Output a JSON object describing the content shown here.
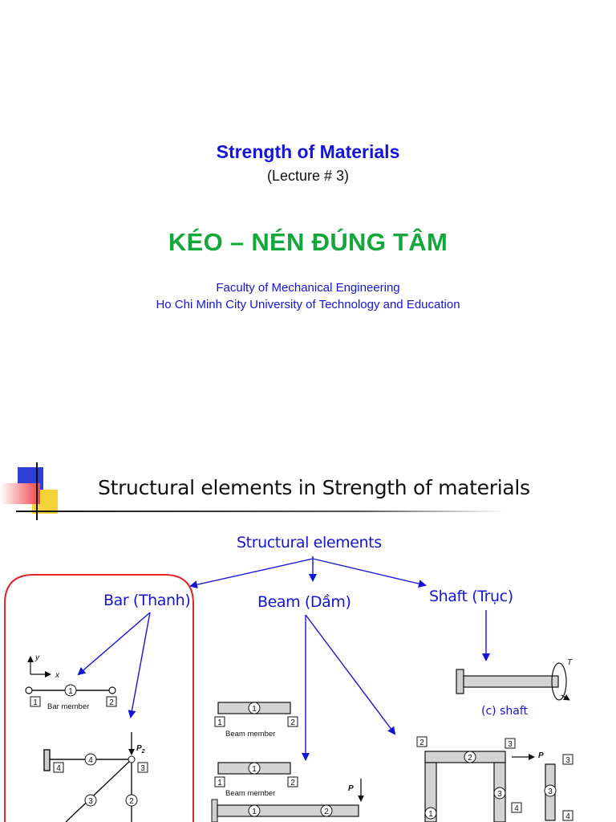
{
  "slide1": {
    "course_title": "Strength of Materials",
    "lecture": "(Lecture # 3)",
    "topic": "KÉO – NÉN ĐÚNG TÂM",
    "faculty": "Faculty of Mechanical Engineering",
    "university": "Ho Chi Minh City University of Technology and Education"
  },
  "slide2": {
    "title": "Structural elements  in Strength of materials",
    "root_label": "Structural elements",
    "branches": {
      "bar": "Bar (Thanh)",
      "beam": "Beam (Dầm)",
      "shaft": "Shaft (Trục)"
    },
    "figure": {
      "bar_member": "Bar member",
      "beam_member_1": "Beam member",
      "beam_member_2": "Beam member",
      "shaft_caption": "(c) shaft",
      "axis_x": "x",
      "axis_y": "y",
      "load_p2": "P",
      "load_p2_sub": "2",
      "load_p_beam": "P",
      "load_p_frame": "P",
      "torque": "T"
    },
    "colors": {
      "title_blue": "#1414d8",
      "topic_green": "#12a73a",
      "highlight_red": "#e0242a",
      "member_fill": "#d3d3d3"
    }
  }
}
